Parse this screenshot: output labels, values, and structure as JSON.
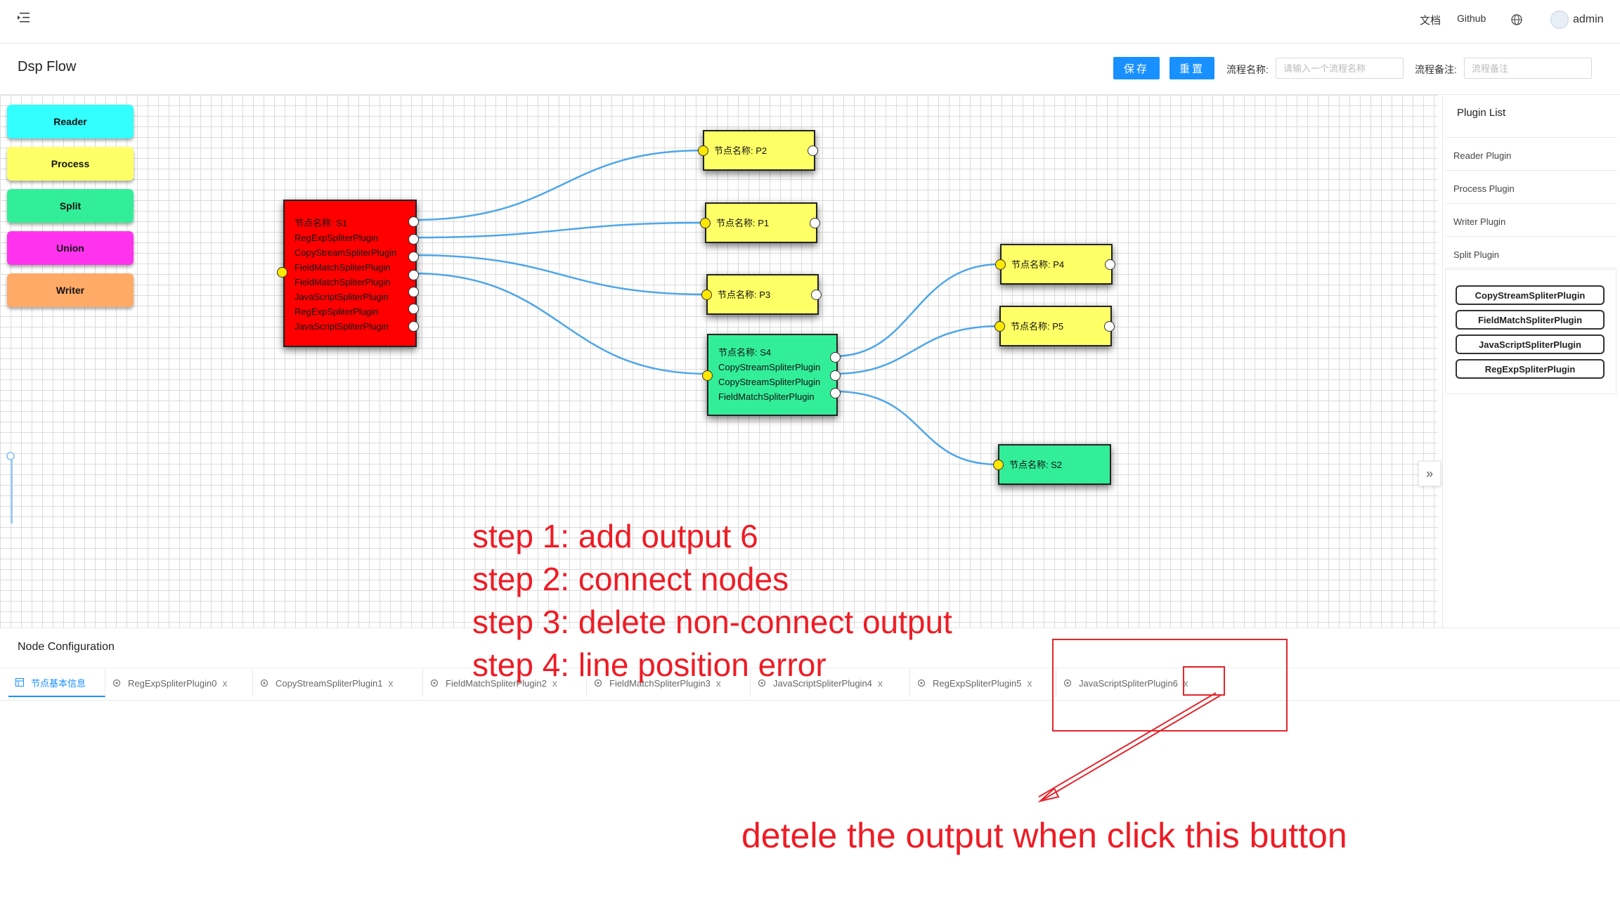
{
  "topbar": {
    "docs_label": "文档",
    "github_label": "Github",
    "user_name": "admin"
  },
  "header": {
    "title": "Dsp Flow",
    "save_label": "保存",
    "reset_label": "重置",
    "flow_name_label": "流程名称:",
    "flow_name_placeholder": "请输入一个流程名称",
    "flow_note_label": "流程备注:",
    "flow_note_placeholder": "流程备注"
  },
  "palette": [
    {
      "label": "Reader",
      "color": "#33ffff"
    },
    {
      "label": "Process",
      "color": "#ffff66"
    },
    {
      "label": "Split",
      "color": "#33ee99"
    },
    {
      "label": "Union",
      "color": "#ff33ee"
    },
    {
      "label": "Writer",
      "color": "#ffaa66"
    }
  ],
  "nodes": {
    "S1": {
      "color": "#ff0000",
      "lines": [
        "节点名称: S1",
        "RegExpSpliterPlugin",
        "CopyStreamSpliterPlugin",
        "FieldMatchSpliterPlugin",
        "FieldMatchSpliterPlugin",
        "JavaScriptSpliterPlugin",
        "RegExpSpliterPlugin",
        "JavaScriptSpliterPlugin"
      ]
    },
    "P2": {
      "color": "#ffff66",
      "lines": [
        "节点名称: P2"
      ]
    },
    "P1": {
      "color": "#ffff66",
      "lines": [
        "节点名称: P1"
      ]
    },
    "P3": {
      "color": "#ffff66",
      "lines": [
        "节点名称: P3"
      ]
    },
    "S4": {
      "color": "#33ee99",
      "lines": [
        "节点名称: S4",
        "CopyStreamSpliterPlugin",
        "CopyStreamSpliterPlugin",
        "FieldMatchSpliterPlugin"
      ]
    },
    "P4": {
      "color": "#ffff66",
      "lines": [
        "节点名称: P4"
      ]
    },
    "P5": {
      "color": "#ffff66",
      "lines": [
        "节点名称: P5"
      ]
    },
    "S2": {
      "color": "#33ee99",
      "lines": [
        "节点名称: S2"
      ]
    }
  },
  "edge_color": "#4ea6e8",
  "plugin_panel": {
    "title": "Plugin List",
    "categories": [
      "Reader Plugin",
      "Process Plugin",
      "Writer Plugin",
      "Split Plugin"
    ],
    "items": [
      "CopyStreamSpliterPlugin",
      "FieldMatchSpliterPlugin",
      "JavaScriptSpliterPlugin",
      "RegExpSpliterPlugin"
    ]
  },
  "node_config": {
    "title": "Node Configuration",
    "tabs": [
      {
        "label": "节点基本信息",
        "icon": "table-icon",
        "closable": false
      },
      {
        "label": "RegExpSpliterPlugin0",
        "icon": "plugin-icon",
        "closable": true
      },
      {
        "label": "CopyStreamSpliterPlugin1",
        "icon": "plugin-icon",
        "closable": true
      },
      {
        "label": "FieldMatchSpliterPlugin2",
        "icon": "plugin-icon",
        "closable": true
      },
      {
        "label": "FieldMatchSpliterPlugin3",
        "icon": "plugin-icon",
        "closable": true
      },
      {
        "label": "JavaScriptSpliterPlugin4",
        "icon": "plugin-icon",
        "closable": true
      },
      {
        "label": "RegExpSpliterPlugin5",
        "icon": "plugin-icon",
        "closable": true
      },
      {
        "label": "JavaScriptSpliterPlugin6",
        "icon": "plugin-icon",
        "closable": true
      }
    ],
    "close_glyph": "x"
  },
  "annotations": {
    "step1": "step 1:  add output 6",
    "step2": "step 2:  connect nodes",
    "step3": "step 3: delete non-connect output",
    "step4": "step 4: line position error",
    "delete_note": "detele the output when click this button",
    "color": "#ee1c25"
  }
}
